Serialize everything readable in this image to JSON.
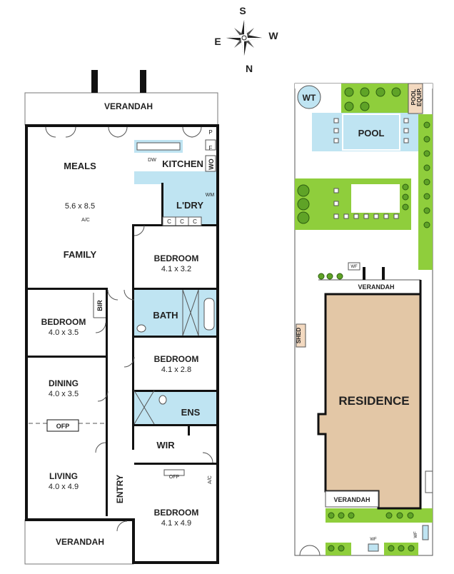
{
  "compass": {
    "s": "S",
    "w": "W",
    "e": "E",
    "n": "N"
  },
  "colors": {
    "wall": "#111111",
    "wet_area": "#bfe4f2",
    "garden": "#8fce3c",
    "residence": "#e3c7a6",
    "shed": "#f3d9c0",
    "line": "#777777"
  },
  "floor_plan": {
    "verandah_top": "VERANDAH",
    "meals": "MEALS",
    "meals_dims": "5.6 x 8.5",
    "ac_1": "A/C",
    "family": "FAMILY",
    "kitchen": "KITCHEN",
    "dw": "DW",
    "p": "P",
    "f": "F",
    "wo": "WO",
    "wm": "WM",
    "laundry": "L'DRY",
    "c": "C",
    "bedroom_1": "BEDROOM",
    "bedroom_1_dims": "4.1 x 3.2",
    "bir": "BIR",
    "bedroom_2": "BEDROOM",
    "bedroom_2_dims": "4.0 x 3.5",
    "bath": "BATH",
    "bedroom_3": "BEDROOM",
    "bedroom_3_dims": "4.1 x 2.8",
    "dining": "DINING",
    "dining_dims": "4.0 x 3.5",
    "ofp": "OFP",
    "ens": "ENS",
    "wir": "WIR",
    "living": "LIVING",
    "living_dims": "4.0 x 4.9",
    "entry": "ENTRY",
    "ac_2": "A/C",
    "bedroom_4": "BEDROOM",
    "bedroom_4_dims": "4.1 x 4.9",
    "verandah_bottom": "VERANDAH"
  },
  "site_plan": {
    "wt": "WT",
    "pool_equip_1": "POOL",
    "pool_equip_2": "EQUIP.",
    "pool": "POOL",
    "wf_1": "WF",
    "verandah_rear": "VERANDAH",
    "shed": "SHED",
    "residence": "RESIDENCE",
    "verandah_front": "VERANDAH",
    "wf_2": "WF",
    "wf_3": "WF"
  }
}
